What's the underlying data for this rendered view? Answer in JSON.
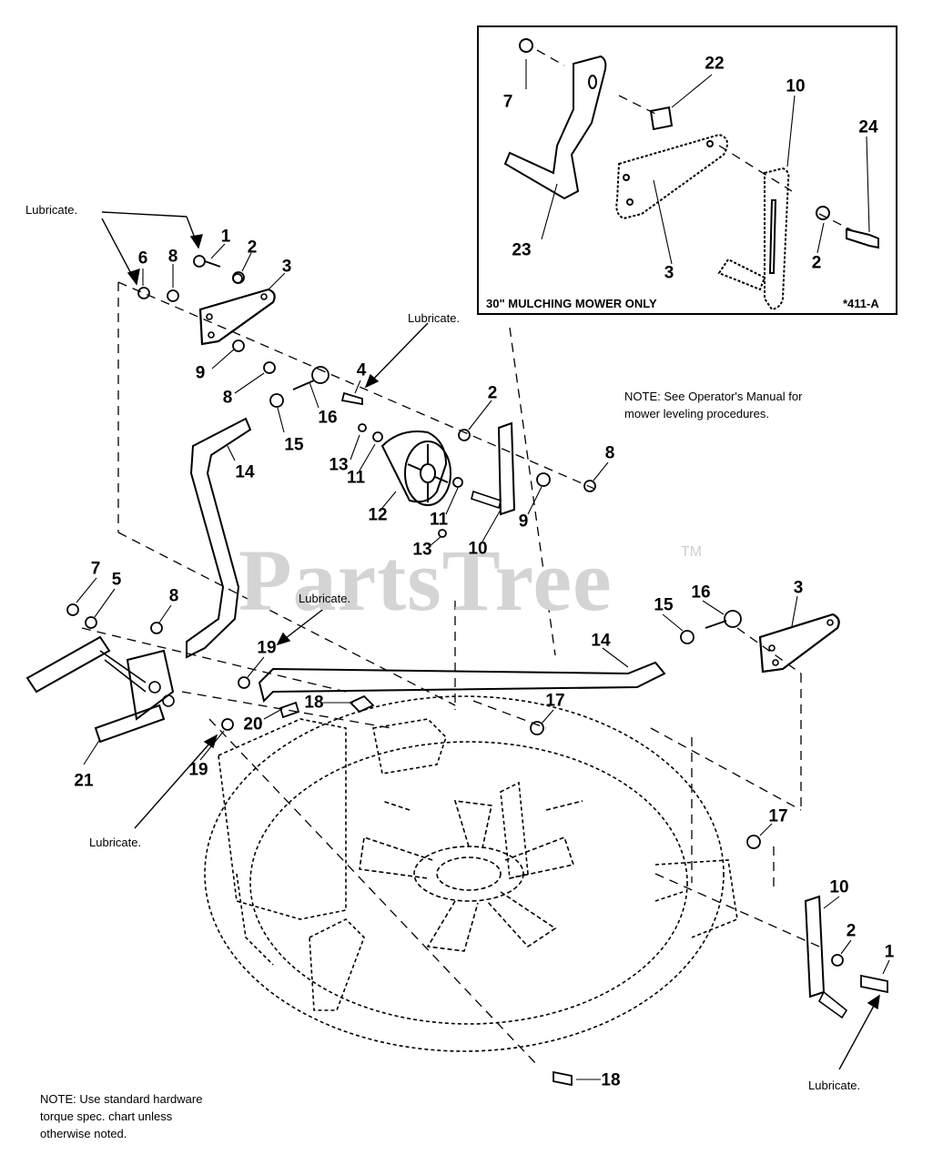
{
  "watermark": "PartsTree",
  "trademark": "TM",
  "inset": {
    "caption": "30\" MULCHING MOWER ONLY",
    "code": "*411-A"
  },
  "notes": {
    "leveling": [
      "NOTE: See Operator's Manual for",
      "mower leveling procedures."
    ],
    "hardware": [
      "NOTE: Use standard hardware",
      "torque spec. chart unless",
      "otherwise noted."
    ]
  },
  "lubricate_label": "Lubricate.",
  "part_numbers": [
    "7",
    "22",
    "10",
    "24",
    "23",
    "3",
    "2",
    "1",
    "6",
    "8",
    "2",
    "3",
    "9",
    "8",
    "16",
    "4",
    "15",
    "14",
    "13",
    "11",
    "12",
    "2",
    "8",
    "11",
    "10",
    "9",
    "13",
    "7",
    "5",
    "8",
    "19",
    "15",
    "16",
    "3",
    "14",
    "21",
    "20",
    "18",
    "17",
    "19",
    "17",
    "10",
    "2",
    "1",
    "18"
  ]
}
